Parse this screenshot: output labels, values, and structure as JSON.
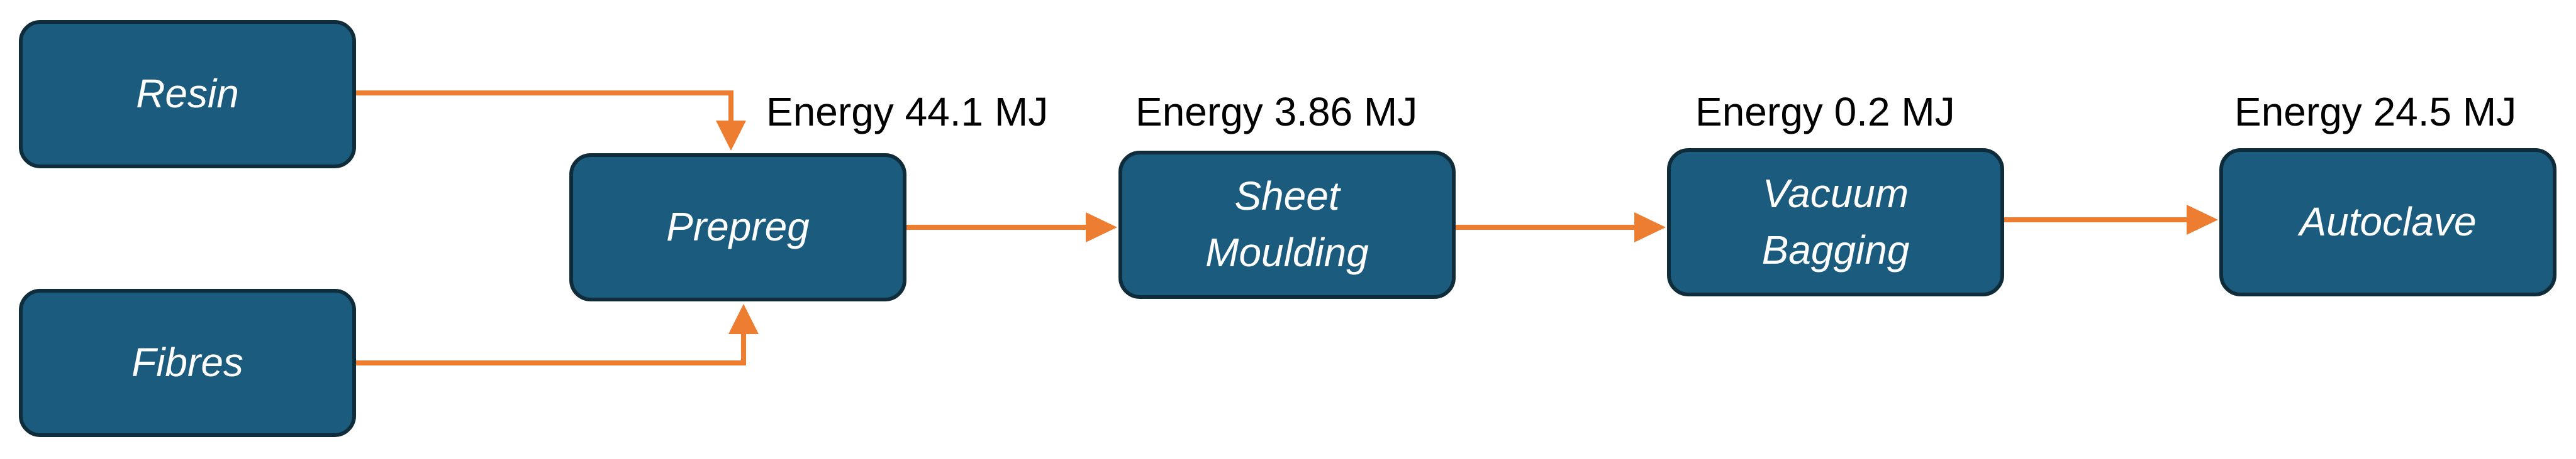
{
  "nodes": {
    "resin": "Resin",
    "fibres": "Fibres",
    "prepreg": "Prepreg",
    "sheet_moulding": "Sheet\nMoulding",
    "vacuum_bagging": "Vacuum\nBagging",
    "autoclave": "Autoclave"
  },
  "energy": {
    "prepreg": "Energy 44.1 MJ",
    "sheet_moulding": "Energy 3.86 MJ",
    "vacuum_bagging": "Energy 0.2 MJ",
    "autoclave": "Energy 24.5 MJ"
  },
  "colors": {
    "node_fill": "#1b5c7e",
    "node_border": "#0f2c3a",
    "arrow": "#ed7d31",
    "text_light": "#ffffff",
    "text_dark": "#000000"
  }
}
